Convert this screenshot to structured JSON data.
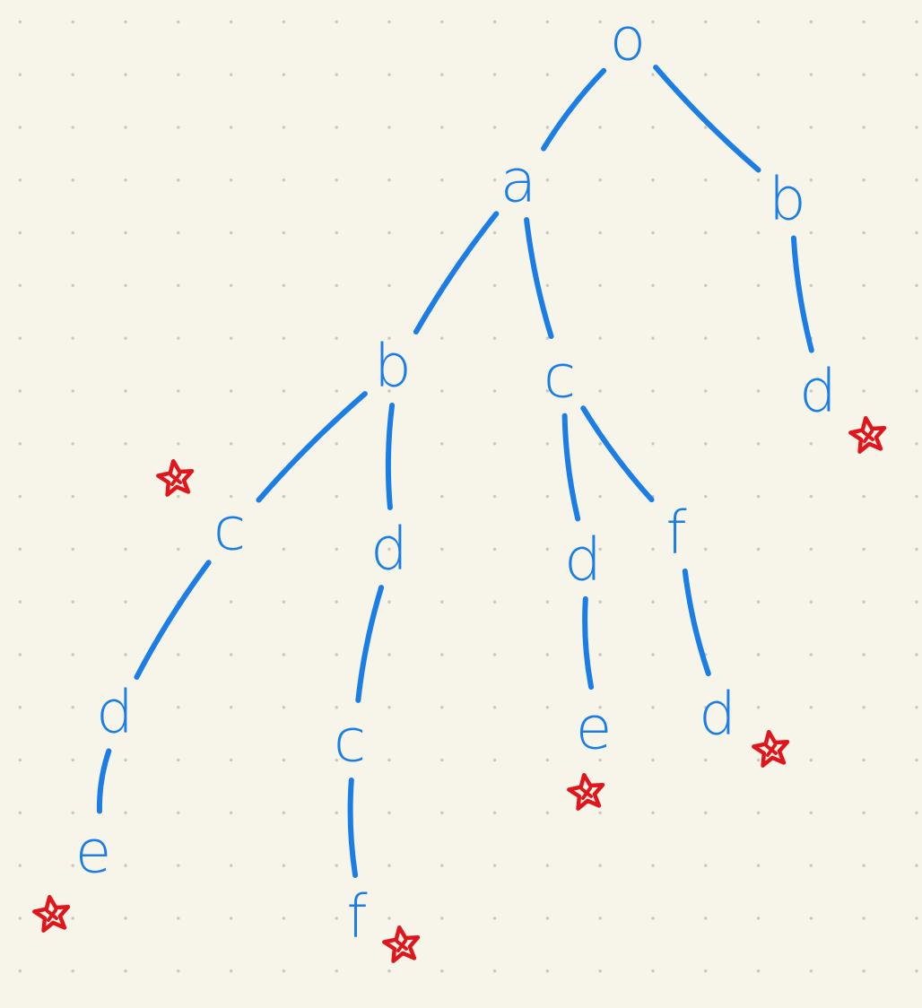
{
  "tree": {
    "nodes": [
      {
        "id": "root",
        "label": "o",
        "marked": false
      },
      {
        "id": "a",
        "label": "a",
        "marked": false
      },
      {
        "id": "b_top",
        "label": "b",
        "marked": false
      },
      {
        "id": "b_mid",
        "label": "b",
        "marked": false
      },
      {
        "id": "c_mid",
        "label": "c",
        "marked": false
      },
      {
        "id": "d_right",
        "label": "d",
        "marked": true
      },
      {
        "id": "c_left",
        "label": "c",
        "marked": true
      },
      {
        "id": "d_b",
        "label": "d",
        "marked": false
      },
      {
        "id": "d_c",
        "label": "d",
        "marked": false
      },
      {
        "id": "f_c",
        "label": "f",
        "marked": false
      },
      {
        "id": "d_cl",
        "label": "d",
        "marked": false
      },
      {
        "id": "c_db",
        "label": "c",
        "marked": false
      },
      {
        "id": "e_dc",
        "label": "e",
        "marked": true
      },
      {
        "id": "d_fc",
        "label": "d",
        "marked": true
      },
      {
        "id": "e_dcl",
        "label": "e",
        "marked": true
      },
      {
        "id": "f_cdb",
        "label": "f",
        "marked": true
      }
    ],
    "edges": [
      [
        "root",
        "a"
      ],
      [
        "root",
        "b_top"
      ],
      [
        "a",
        "b_mid"
      ],
      [
        "a",
        "c_mid"
      ],
      [
        "b_top",
        "d_right"
      ],
      [
        "b_mid",
        "c_left"
      ],
      [
        "b_mid",
        "d_b"
      ],
      [
        "c_mid",
        "d_c"
      ],
      [
        "c_mid",
        "f_c"
      ],
      [
        "c_left",
        "d_cl"
      ],
      [
        "d_b",
        "c_db"
      ],
      [
        "d_c",
        "e_dc"
      ],
      [
        "f_c",
        "d_fc"
      ],
      [
        "d_cl",
        "e_dcl"
      ],
      [
        "c_db",
        "f_cdb"
      ]
    ]
  },
  "colors": {
    "ink": "#1a7ee6",
    "marker": "#e0161c",
    "paper": "#f7f4e9",
    "grid_dot": "#c9c6bc"
  },
  "marker_icon": "red-star-icon"
}
